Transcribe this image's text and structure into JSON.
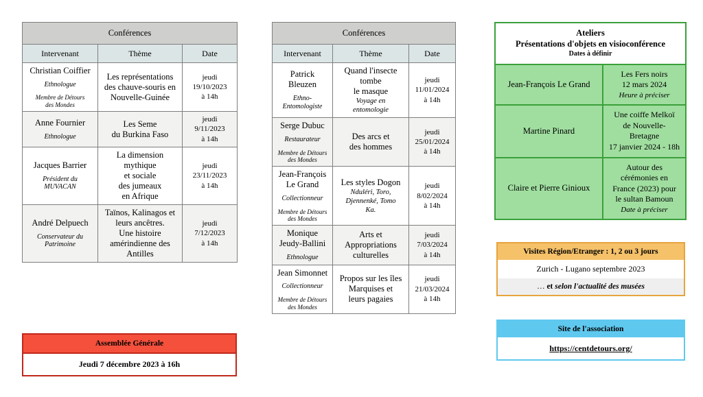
{
  "colors": {
    "table_title_bg": "#cfcfcd",
    "table_header_bg": "#dce5e5",
    "table_border": "#7e7e7e",
    "row_alt_bg": "#f2f2f0",
    "red_accent": "#f4503c",
    "red_border": "#c0281c",
    "green_fill": "#a0dea0",
    "green_border": "#3aa03a",
    "orange_fill": "#f5c169",
    "orange_border": "#e8a33d",
    "blue_fill": "#5fc8ef"
  },
  "conferences_1": {
    "title": "Conférences",
    "columns": [
      "Intervenant",
      "Thème",
      "Date"
    ],
    "rows": [
      {
        "name": "Christian Coiffier",
        "role": "Ethnologue",
        "affiliation": "Membre de Détours\ndes Mondes",
        "theme": "Les représentations\ndes chauve-souris en\nNouvelle-Guinée",
        "theme_sub": "",
        "date": "jeudi\n19/10/2023\nà 14h"
      },
      {
        "name": "Anne Fournier",
        "role": "Ethnologue",
        "affiliation": "",
        "theme": "Les Seme\ndu Burkina Faso",
        "theme_sub": "",
        "date": "jeudi\n9/11/2023\nà 14h"
      },
      {
        "name": "Jacques Barrier",
        "role": "Président du\nMUVACAN",
        "affiliation": "",
        "theme": "La dimension\nmythique\net sociale\ndes jumeaux\nen Afrique",
        "theme_sub": "",
        "date": "jeudi\n23/11/2023\nà 14h"
      },
      {
        "name": "André Delpuech",
        "role": "Conservateur du\nPatrimoine",
        "affiliation": "",
        "theme": "Taïnos, Kalinagos et\nleurs ancêtres.\nUne histoire\namérindienne des\nAntilles",
        "theme_sub": "",
        "date": "jeudi\n7/12/2023\nà 14h"
      }
    ]
  },
  "conferences_2": {
    "title": "Conférences",
    "columns": [
      "Intervenant",
      "Thème",
      "Date"
    ],
    "rows": [
      {
        "name": "Patrick\nBleuzen",
        "role": "Ethno-\nEntomologiste",
        "affiliation": "",
        "theme": "Quand l'insecte\ntombe\nle masque",
        "theme_sub": "Voyage en\nentomologie",
        "date": "jeudi\n11/01/2024\nà 14h"
      },
      {
        "name": "Serge Dubuc",
        "role": "Restaurateur",
        "affiliation": "Membre de Détours\ndes Mondes",
        "theme": "Des arcs et\ndes hommes",
        "theme_sub": "",
        "date": "jeudi\n25/01/2024\nà 14h"
      },
      {
        "name": "Jean-François\nLe Grand",
        "role": "Collectionneur",
        "affiliation": "Membre de Détours\ndes Mondes",
        "theme": "Les styles Dogon",
        "theme_sub": "Nduléri, Toro,\nDjennenké, Tomo\nKa.",
        "date": "jeudi\n8/02/2024\nà 14h"
      },
      {
        "name": "Monique\nJeudy-Ballini",
        "role": "Ethnologue",
        "affiliation": "",
        "theme": "Arts et\nAppropriations\nculturelles",
        "theme_sub": "",
        "date": "jeudi\n7/03/2024\nà 14h"
      },
      {
        "name": "Jean Simonnet",
        "role": "Collectionneur",
        "affiliation": "Membre de Détours\ndes Mondes",
        "theme": "Propos sur les îles\nMarquises et\nleurs pagaies",
        "theme_sub": "",
        "date": "jeudi\n21/03/2024\nà 14h"
      }
    ]
  },
  "assemblee": {
    "header": "Assemblée Générale",
    "body": "Jeudi 7 décembre 2023 à 16h"
  },
  "ateliers": {
    "title_line1": "Ateliers",
    "title_line2": "Présentations d'objets en visioconférence",
    "title_line3": "Dates à définir",
    "rows": [
      {
        "person": "Jean-François Le Grand",
        "detail_main": "Les Fers noirs\n12 mars 2024",
        "detail_italic": "Heure à préciser"
      },
      {
        "person": "Martine Pinard",
        "detail_main": "Une coiffe Melkoï\nde Nouvelle-\nBretagne\n17 janvier 2024 - 18h",
        "detail_italic": ""
      },
      {
        "person": "Claire et Pierre Ginioux",
        "detail_main": "Autour des\ncérémonies en\nFrance (2023) pour\nle sultan Bamoun",
        "detail_italic": "Date à préciser"
      }
    ]
  },
  "visites": {
    "header": "Visites Région/Etranger :  1, 2 ou 3 jours",
    "row1": "Zurich - Lugano septembre 2023",
    "row2_prefix": "… ",
    "row2_bold": "et ",
    "row2_italic": "selon l'actualité des musées"
  },
  "site": {
    "header": "Site de l'association",
    "url": "https://centdetours.org/"
  }
}
